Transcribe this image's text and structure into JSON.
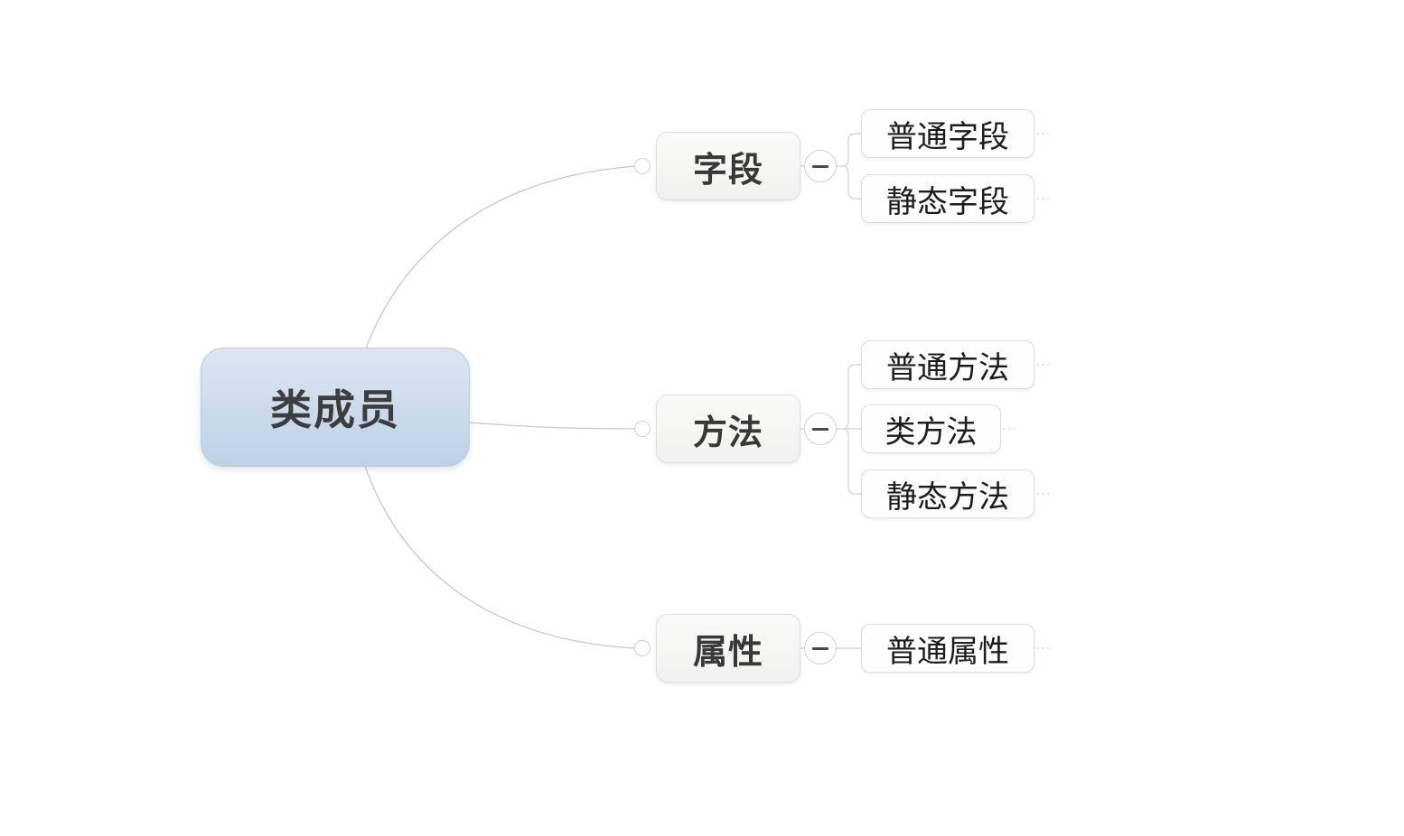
{
  "root": {
    "label": "类成员"
  },
  "branches": [
    {
      "label": "字段",
      "collapsed": false,
      "children": [
        {
          "label": "普通字段"
        },
        {
          "label": "静态字段"
        }
      ]
    },
    {
      "label": "方法",
      "collapsed": false,
      "children": [
        {
          "label": "普通方法"
        },
        {
          "label": "类方法"
        },
        {
          "label": "静态方法"
        }
      ]
    },
    {
      "label": "属性",
      "collapsed": false,
      "children": [
        {
          "label": "普通属性"
        }
      ]
    }
  ],
  "icons": {
    "collapse_toggle": "minus-icon",
    "connection_point": "dot"
  },
  "colors": {
    "root_gradient_top": "#dce6f2",
    "root_gradient_bottom": "#bdd1e7",
    "root_border": "#b7cbe2",
    "branch_fill": "#f5f5f3",
    "leaf_fill": "#fefefe",
    "node_border": "#dedede",
    "connector_line": "#c9c9c9",
    "root_text": "#3d3d3d",
    "branch_text": "#383838",
    "leaf_text": "#1c1c1c",
    "background": "#ffffff"
  }
}
